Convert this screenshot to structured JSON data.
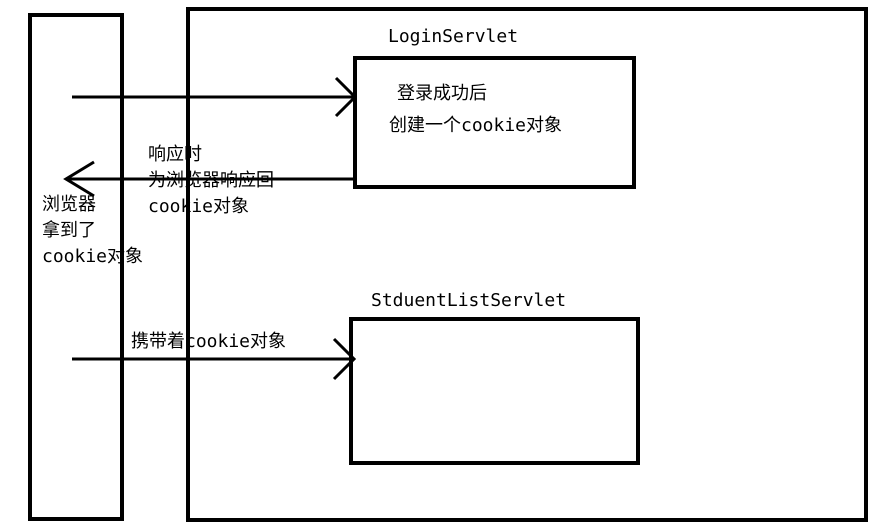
{
  "browser": {
    "label_lines": [
      "浏览器",
      "拿到了",
      "cookie对象"
    ]
  },
  "login_servlet": {
    "title": "LoginServlet",
    "body_lines": [
      "登录成功后",
      "创建一个cookie对象"
    ]
  },
  "student_list_servlet": {
    "title": "StduentListServlet"
  },
  "response_note": {
    "lines": [
      "响应时",
      "为浏览器响应回",
      "cookie对象"
    ]
  },
  "carry_note": {
    "text": "携带着cookie对象"
  },
  "colors": {
    "stroke": "#000000",
    "background": "#ffffff"
  }
}
